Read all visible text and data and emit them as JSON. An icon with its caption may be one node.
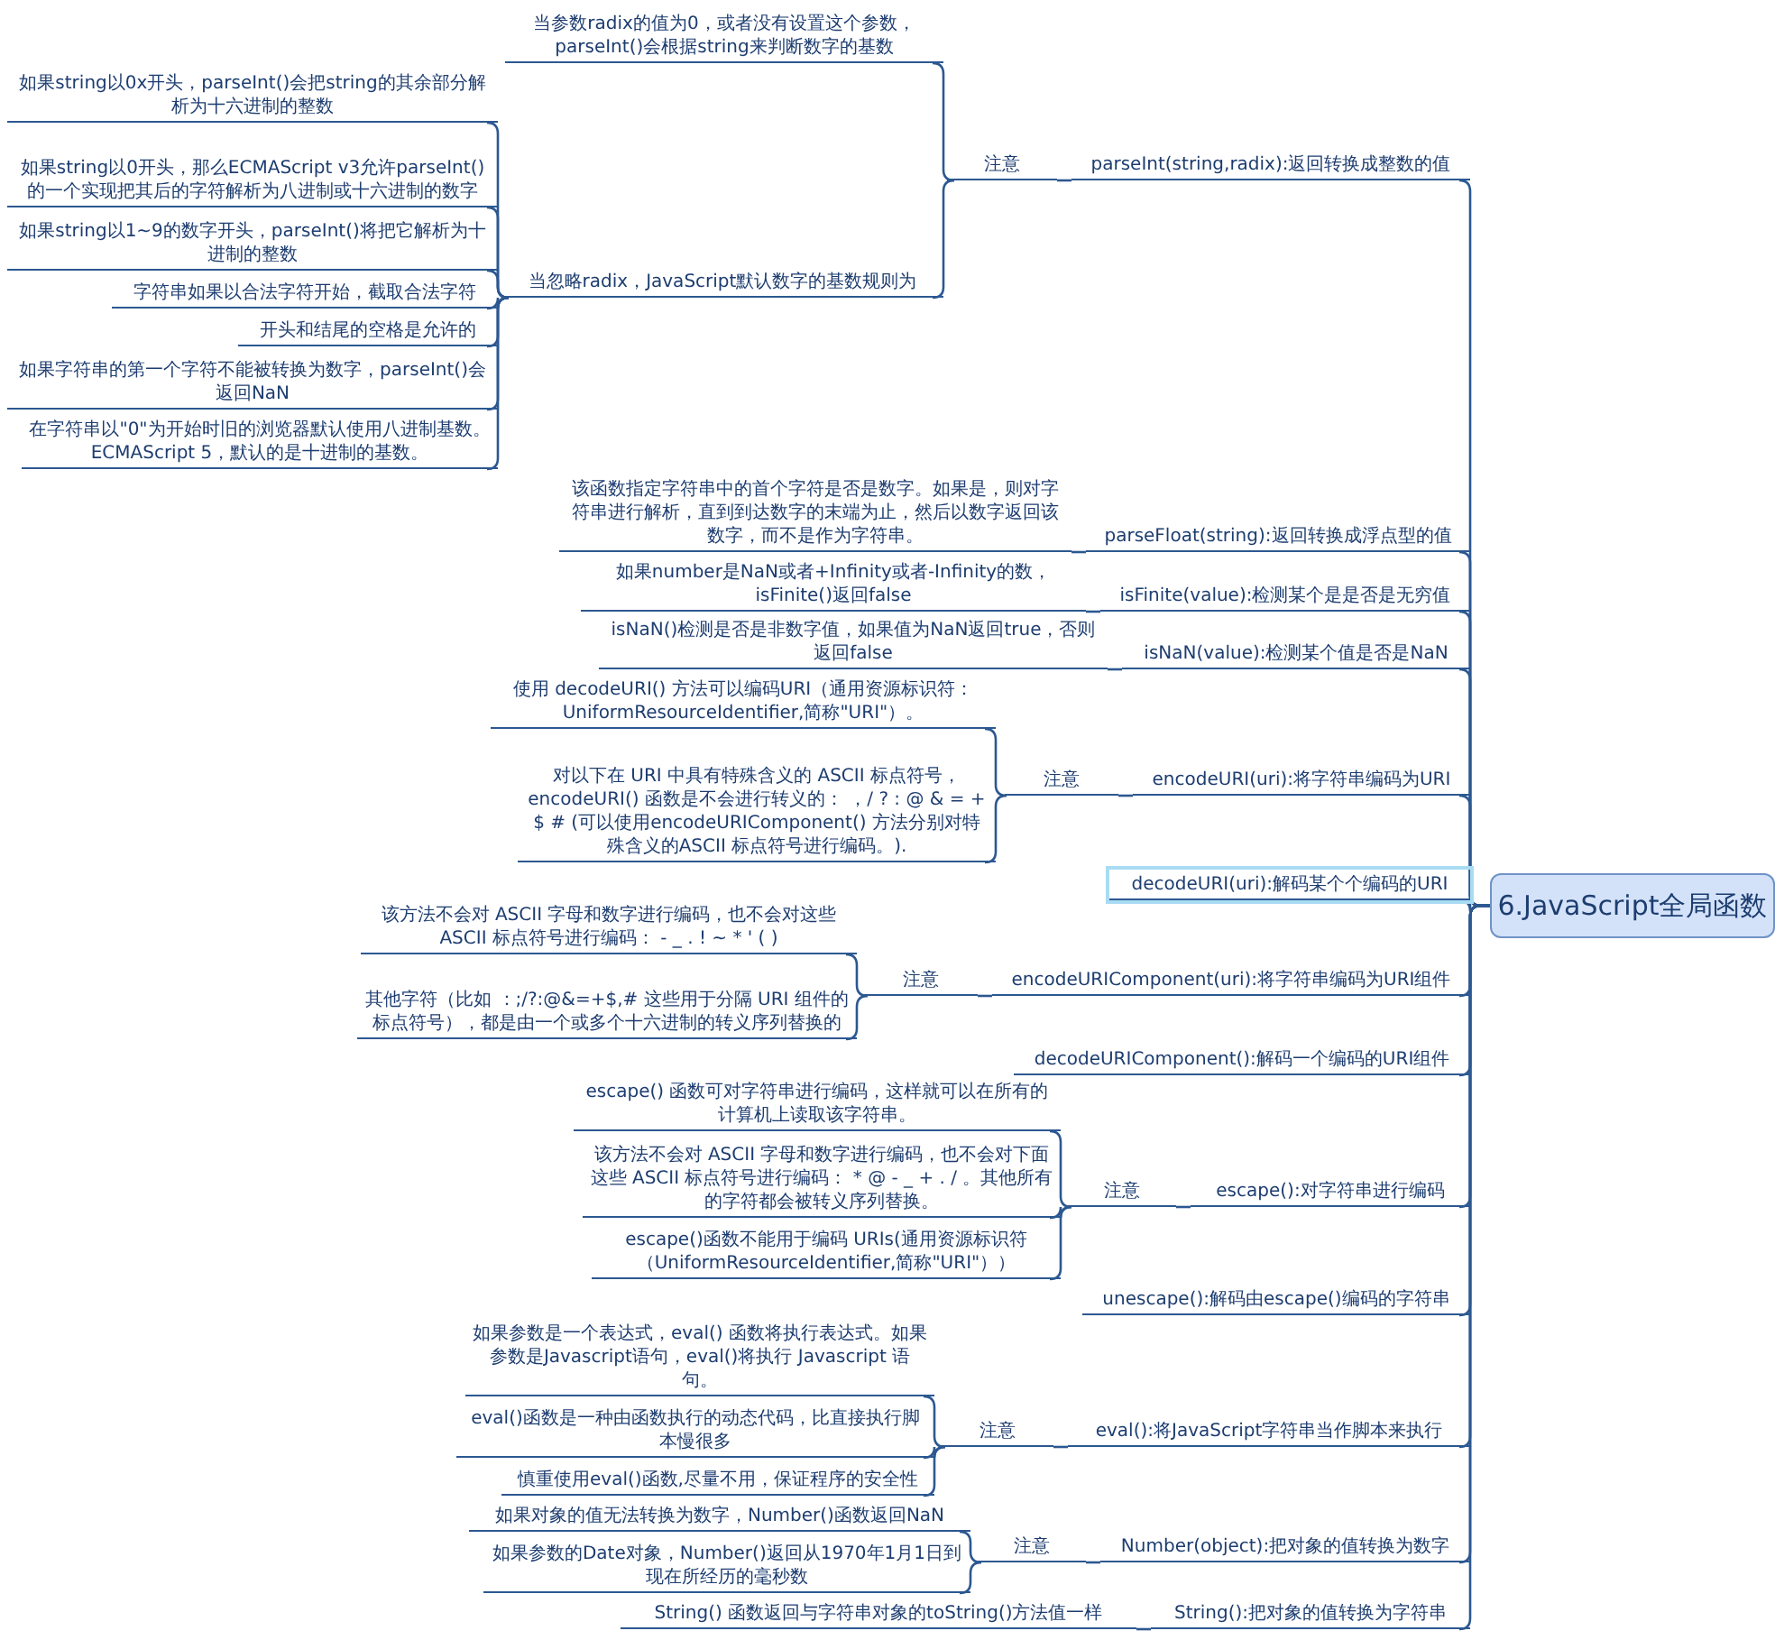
{
  "diagram": {
    "nodes": [
      {
        "text": [
          "6.JavaScript全局函数"
        ]
      },
      {
        "text": [
          "parseInt(string,radix):返回转换成整数的值"
        ]
      },
      {
        "text": [
          "注意"
        ]
      },
      {
        "text": [
          "当参数radix的值为0，或者没有设置这个参数，parseInt()会根据string来判断数字的基数"
        ]
      },
      {
        "text": [
          "当忽略radix，JavaScript默认数字的基数规则为"
        ]
      },
      {
        "text": [
          "如果string以0x开头，parseInt()会把string的其余部分解析为十六进制的整数"
        ]
      },
      {
        "text": [
          "如果string以0开头，那么ECMAScript v3允许parseInt()的一个实现把其后的字符解析为八进制或十六进制的数字"
        ]
      },
      {
        "text": [
          "如果string以1~9的数字开头，parseInt()将把它解析为十进制的整数"
        ]
      },
      {
        "text": [
          "字符串如果以合法字符开始，截取合法字符"
        ]
      },
      {
        "text": [
          "开头和结尾的空格是允许的"
        ]
      },
      {
        "text": [
          "如果字符串的第一个字符不能被转换为数字，parseInt()会返回NaN"
        ]
      },
      {
        "text": [
          "在字符串以\"0\"为开始时旧的浏览器默认使用八进制基数。ECMAScript 5，默认的是十进制的基数。"
        ]
      },
      {
        "text": [
          "parseFloat(string):返回转换成浮点型的值"
        ]
      },
      {
        "text": [
          "该函数指定字符串中的首个字符是否是数字。如果是，则对字符串进行解析，直到到达数字的末端为止，然后以数字返回该数字，而不是作为字符串。"
        ]
      },
      {
        "text": [
          "isFinite(value):检测某个是是否是无穷值"
        ]
      },
      {
        "text": [
          "如果number是NaN或者+Infinity或者-Infinity的数，isFinite()返回false"
        ]
      },
      {
        "text": [
          "isNaN(value):检测某个值是否是NaN"
        ]
      },
      {
        "text": [
          "isNaN()检测是否是非数字值，如果值为NaN返回true，否则返回false"
        ]
      },
      {
        "text": [
          "encodeURI(uri):将字符串编码为URI"
        ]
      },
      {
        "text": [
          "注意"
        ]
      },
      {
        "text": [
          "使用 decodeURI() 方法可以编码URI（通用资源标识符：UniformResourceIdentifier,简称\"URI\"）。"
        ]
      },
      {
        "text": [
          "对以下在 URI 中具有特殊含义的 ASCII 标点符号，encodeURI() 函数是不会进行转义的： ，/ ? : @ & = + $ # (可以使用encodeURIComponent() 方法分别对特殊含义的ASCII 标点符号进行编码。)."
        ]
      },
      {
        "text": [
          "decodeURI(uri):解码某个个编码的URI"
        ]
      },
      {
        "text": [
          "encodeURIComponent(uri):将字符串编码为URI组件"
        ]
      },
      {
        "text": [
          "注意"
        ]
      },
      {
        "text": [
          "该方法不会对 ASCII 字母和数字进行编码，也不会对这些 ASCII 标点符号进行编码： - _ . ! ~ * ' ( )"
        ]
      },
      {
        "text": [
          "其他字符（比如 ：;/?:@&=+$,# 这些用于分隔 URI 组件的标点符号），都是由一个或多个十六进制的转义序列替换的"
        ]
      },
      {
        "text": [
          "decodeURIComponent():解码一个编码的URI组件"
        ]
      },
      {
        "text": [
          "escape():对字符串进行编码"
        ]
      },
      {
        "text": [
          "注意"
        ]
      },
      {
        "text": [
          "escape() 函数可对字符串进行编码，这样就可以在所有的计算机上读取该字符串。"
        ]
      },
      {
        "text": [
          "该方法不会对 ASCII 字母和数字进行编码，也不会对下面这些 ASCII 标点符号进行编码： * @ - _ + . / 。其他所有的字符都会被转义序列替换。"
        ]
      },
      {
        "text": [
          "escape()函数不能用于编码 URIs(通用资源标识符（UniformResourceIdentifier,简称\"URI\"））"
        ]
      },
      {
        "text": [
          "unescape():解码由escape()编码的字符串"
        ]
      },
      {
        "text": [
          "eval():将JavaScript字符串当作脚本来执行"
        ]
      },
      {
        "text": [
          "注意"
        ]
      },
      {
        "text": [
          "如果参数是一个表达式，eval() 函数将执行表达式。如果参数是Javascript语句，eval()将执行 Javascript 语句。"
        ]
      },
      {
        "text": [
          "eval()函数是一种由函数执行的动态代码，比直接执行脚本慢很多"
        ]
      },
      {
        "text": [
          "慎重使用eval()函数,尽量不用，保证程序的安全性"
        ]
      },
      {
        "text": [
          "Number(object):把对象的值转换为数字"
        ]
      },
      {
        "text": [
          "注意"
        ]
      },
      {
        "text": [
          "如果对象的值无法转换为数字，Number()函数返回NaN"
        ]
      },
      {
        "text": [
          "如果参数的Date对象，Number()返回从1970年1月1日到现在所经历的毫秒数"
        ]
      },
      {
        "text": [
          "String():把对象的值转换为字符串"
        ]
      },
      {
        "text": [
          "String() 函数返回与字符串对象的toString()方法值一样"
        ]
      }
    ],
    "edges": [
      {
        "from": 0,
        "to": 1,
        "arrow": "none"
      },
      {
        "from": 1,
        "to": 2,
        "arrow": "none"
      },
      {
        "from": 2,
        "to": 3,
        "arrow": "none"
      },
      {
        "from": 2,
        "to": 4,
        "arrow": "none"
      },
      {
        "from": 4,
        "to": 5,
        "arrow": "none"
      },
      {
        "from": 4,
        "to": 6,
        "arrow": "none"
      },
      {
        "from": 4,
        "to": 7,
        "arrow": "none"
      },
      {
        "from": 4,
        "to": 8,
        "arrow": "none"
      },
      {
        "from": 4,
        "to": 9,
        "arrow": "none"
      },
      {
        "from": 4,
        "to": 10,
        "arrow": "none"
      },
      {
        "from": 4,
        "to": 11,
        "arrow": "none"
      },
      {
        "from": 0,
        "to": 12,
        "arrow": "none"
      },
      {
        "from": 12,
        "to": 13,
        "arrow": "none"
      },
      {
        "from": 0,
        "to": 14,
        "arrow": "none"
      },
      {
        "from": 14,
        "to": 15,
        "arrow": "none"
      },
      {
        "from": 0,
        "to": 16,
        "arrow": "none"
      },
      {
        "from": 16,
        "to": 17,
        "arrow": "none"
      },
      {
        "from": 0,
        "to": 18,
        "arrow": "none"
      },
      {
        "from": 18,
        "to": 19,
        "arrow": "none"
      },
      {
        "from": 19,
        "to": 20,
        "arrow": "none"
      },
      {
        "from": 19,
        "to": 21,
        "arrow": "none"
      },
      {
        "from": 0,
        "to": 22,
        "arrow": "none"
      },
      {
        "from": 0,
        "to": 23,
        "arrow": "none"
      },
      {
        "from": 23,
        "to": 24,
        "arrow": "none"
      },
      {
        "from": 24,
        "to": 25,
        "arrow": "none"
      },
      {
        "from": 24,
        "to": 26,
        "arrow": "none"
      },
      {
        "from": 0,
        "to": 27,
        "arrow": "none"
      },
      {
        "from": 0,
        "to": 28,
        "arrow": "none"
      },
      {
        "from": 28,
        "to": 29,
        "arrow": "none"
      },
      {
        "from": 29,
        "to": 30,
        "arrow": "none"
      },
      {
        "from": 29,
        "to": 31,
        "arrow": "none"
      },
      {
        "from": 29,
        "to": 32,
        "arrow": "none"
      },
      {
        "from": 0,
        "to": 33,
        "arrow": "none"
      },
      {
        "from": 0,
        "to": 34,
        "arrow": "none"
      },
      {
        "from": 34,
        "to": 35,
        "arrow": "none"
      },
      {
        "from": 35,
        "to": 36,
        "arrow": "none"
      },
      {
        "from": 35,
        "to": 37,
        "arrow": "none"
      },
      {
        "from": 35,
        "to": 38,
        "arrow": "none"
      },
      {
        "from": 0,
        "to": 39,
        "arrow": "none"
      },
      {
        "from": 39,
        "to": 40,
        "arrow": "none"
      },
      {
        "from": 40,
        "to": 41,
        "arrow": "none"
      },
      {
        "from": 40,
        "to": 42,
        "arrow": "none"
      },
      {
        "from": 0,
        "to": 43,
        "arrow": "none"
      },
      {
        "from": 43,
        "to": 44,
        "arrow": "none"
      }
    ]
  }
}
